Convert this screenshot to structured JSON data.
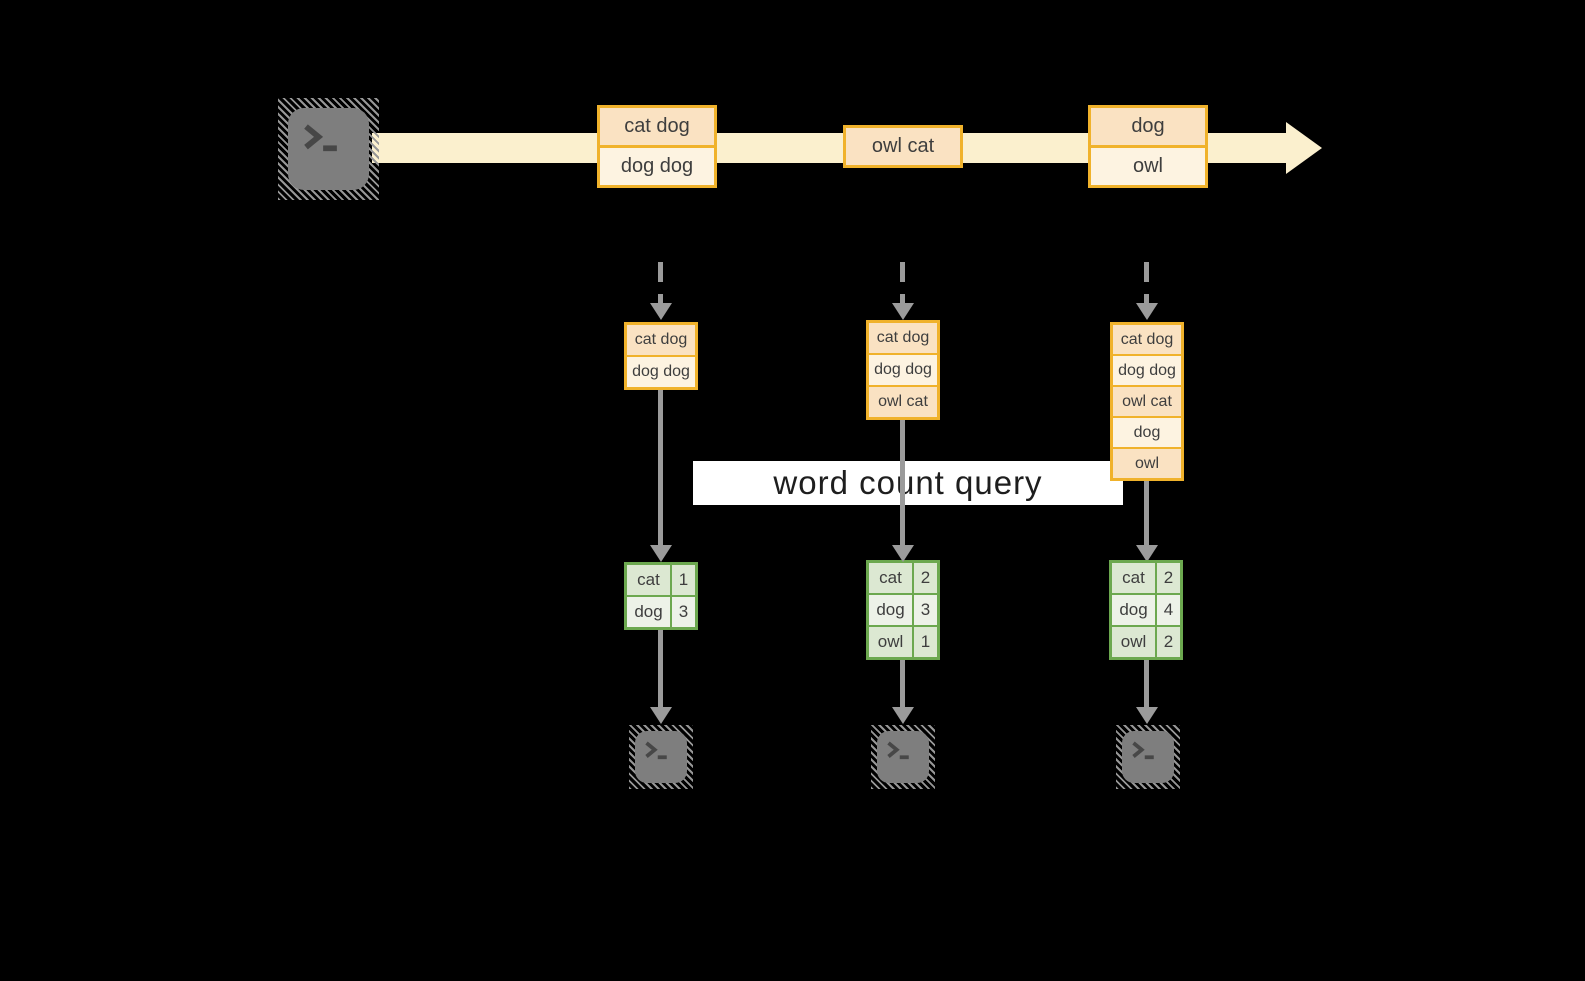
{
  "diagram": {
    "query_label": "word count query",
    "stream_events": [
      {
        "lines": [
          "cat dog",
          "dog dog"
        ]
      },
      {
        "lines": [
          "owl cat"
        ]
      },
      {
        "lines": [
          "dog",
          "owl"
        ]
      }
    ],
    "columns": [
      {
        "state": [
          "cat dog",
          "dog dog"
        ],
        "counts": [
          {
            "word": "cat",
            "count": "1"
          },
          {
            "word": "dog",
            "count": "3"
          }
        ]
      },
      {
        "state": [
          "cat dog",
          "dog dog",
          "owl cat"
        ],
        "counts": [
          {
            "word": "cat",
            "count": "2"
          },
          {
            "word": "dog",
            "count": "3"
          },
          {
            "word": "owl",
            "count": "1"
          }
        ]
      },
      {
        "state": [
          "cat dog",
          "dog dog",
          "owl cat",
          "dog",
          "owl"
        ],
        "counts": [
          {
            "word": "cat",
            "count": "2"
          },
          {
            "word": "dog",
            "count": "4"
          },
          {
            "word": "owl",
            "count": "2"
          }
        ]
      }
    ],
    "colors": {
      "background": "#000000",
      "stream_band": "#FBF0CE",
      "event_border": "#F0B22B",
      "cell_peach": "#FAE2C2",
      "cell_cream": "#FDF3E1",
      "table_border": "#6CA84F",
      "table_row_dark": "#DCE8D2",
      "table_row_light": "#EDF2E8",
      "arrow_gray": "#9B9B9B",
      "terminal_gray": "#7E7E7E"
    }
  }
}
